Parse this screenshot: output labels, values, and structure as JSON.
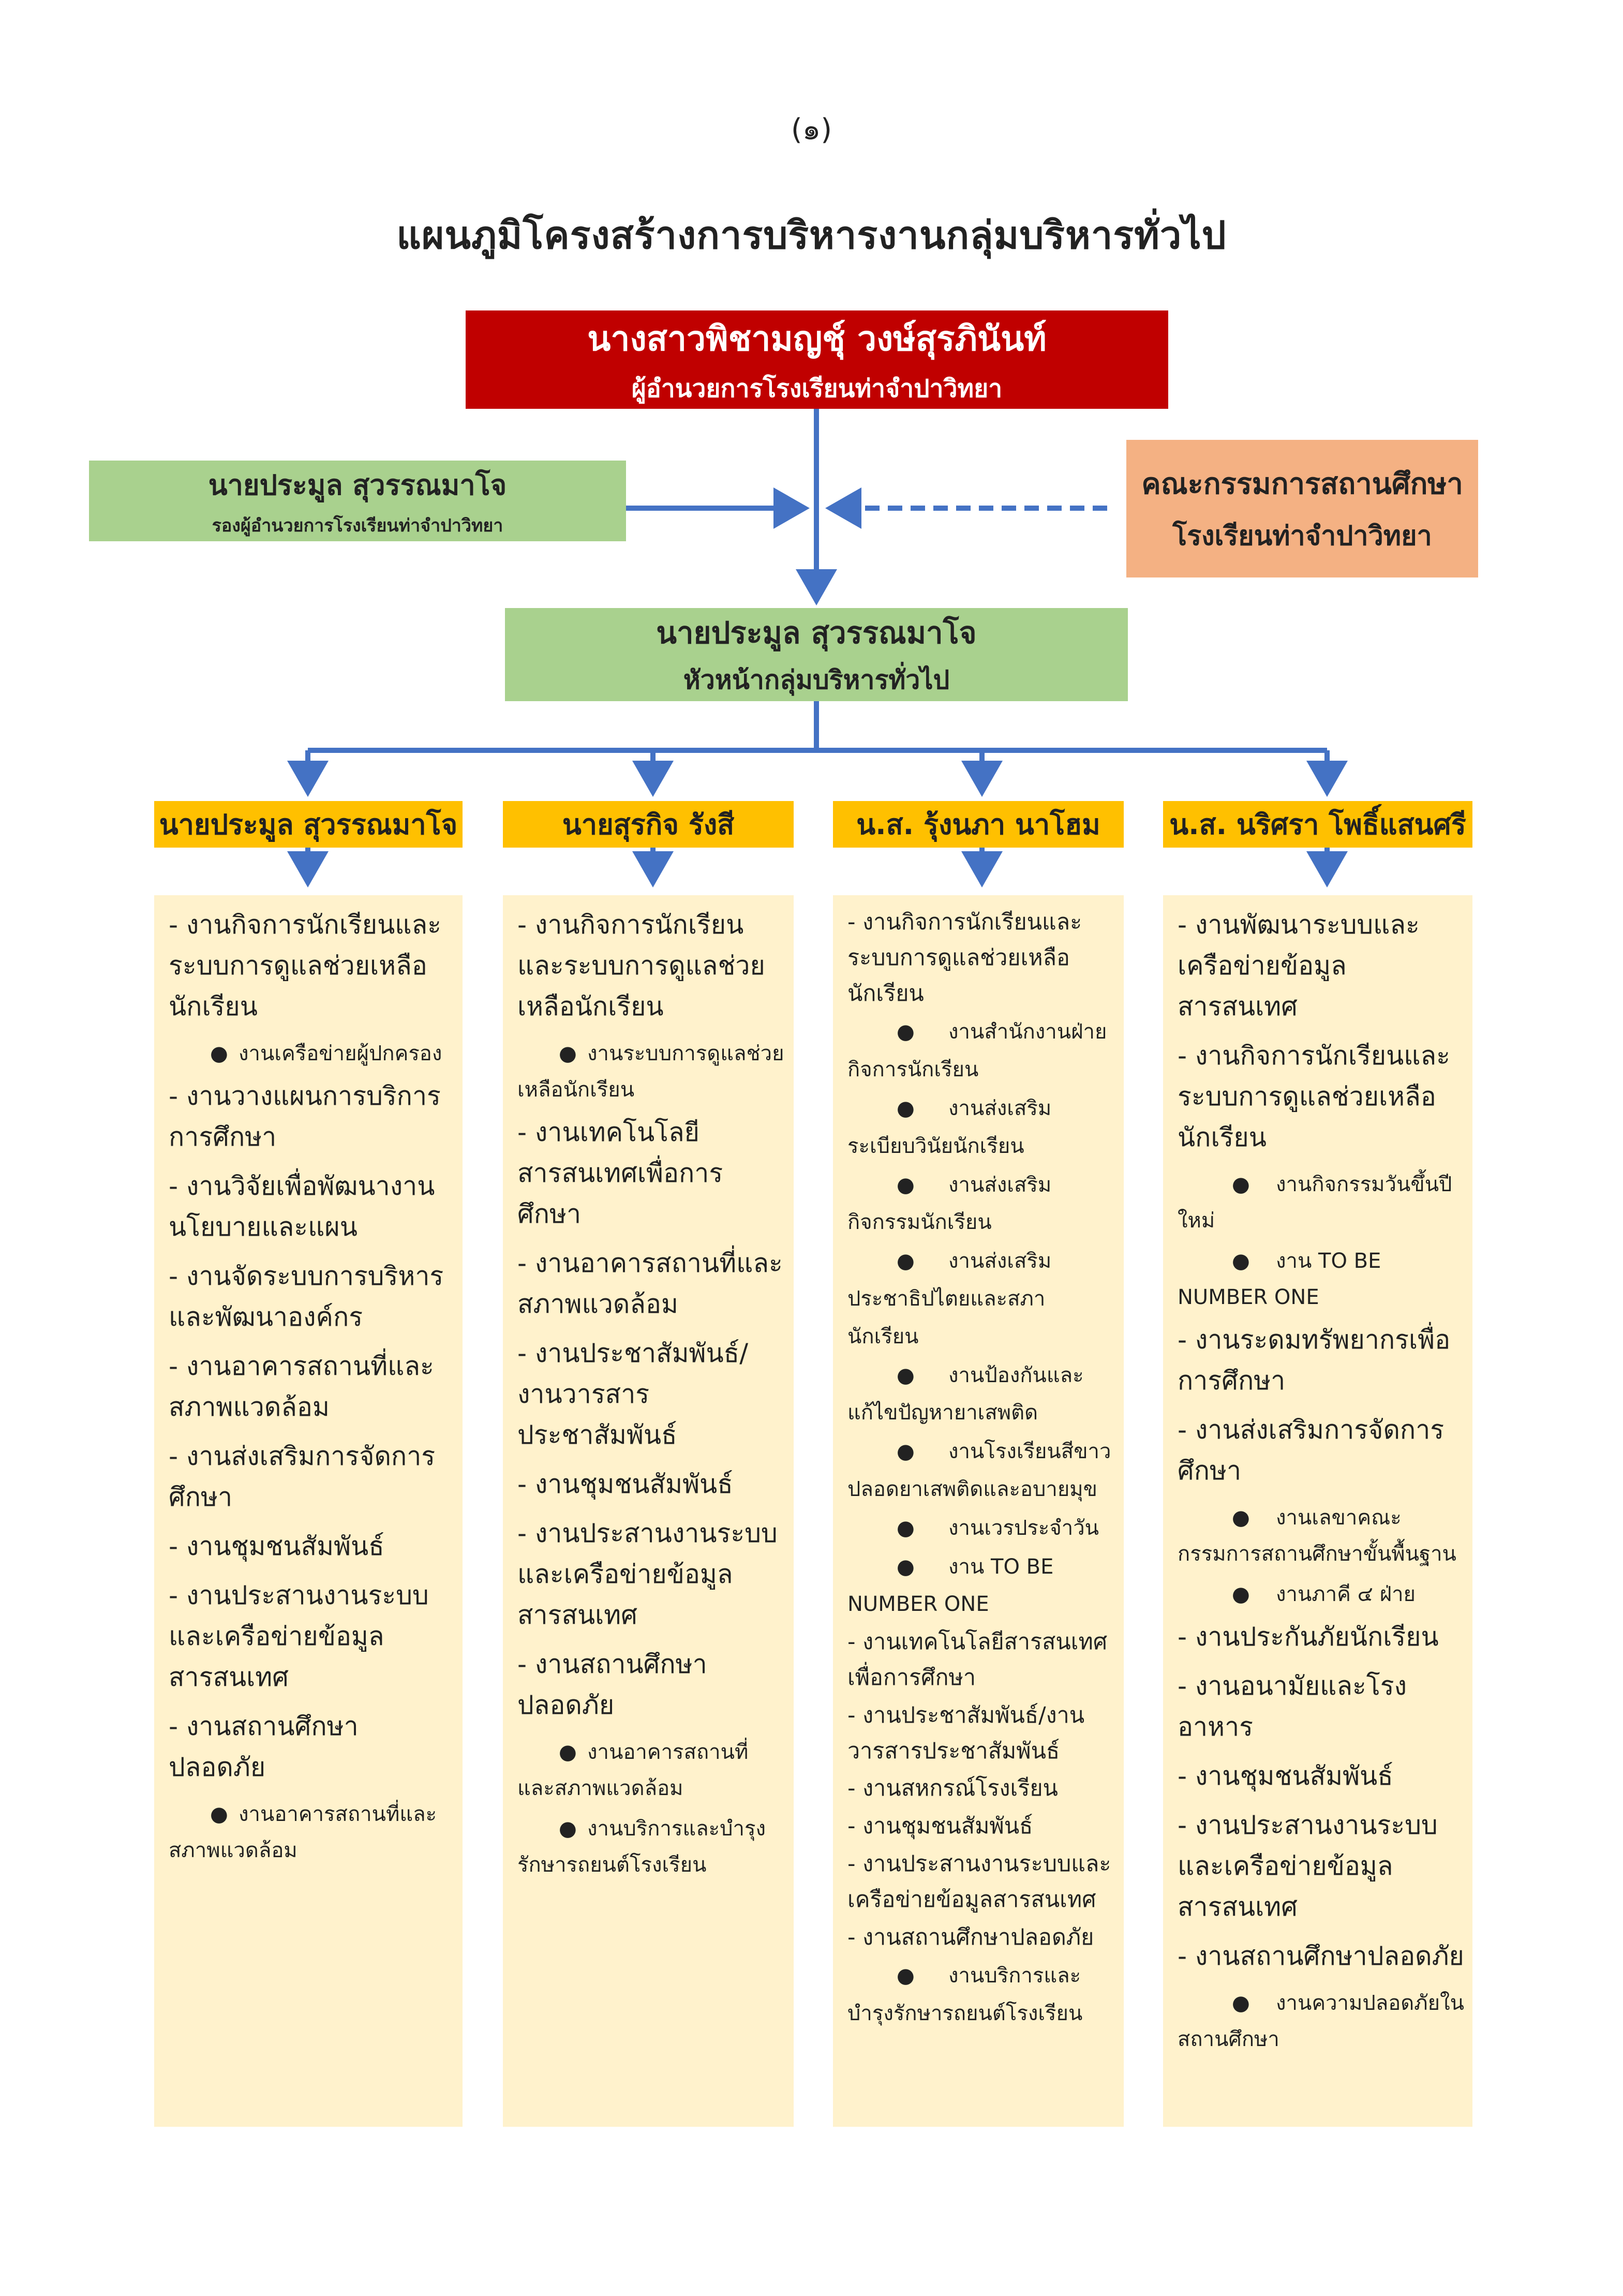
{
  "page_number": "(๑)",
  "title": "แผนภูมิโครงสร้างการบริหารงานกลุ่มบริหารทั่วไป",
  "director": {
    "name": "นางสาวพิชามญชุ์ วงษ์สุรภินันท์",
    "role": "ผู้อำนวยการโรงเรียนท่าจำปาวิทยา"
  },
  "deputy": {
    "name": "นายประมูล สุวรรณมาโจ",
    "role": "รองผู้อำนวยการโรงเรียนท่าจำปาวิทยา"
  },
  "committee": {
    "line1": "คณะกรรมการสถานศึกษา",
    "line2": "โรงเรียนท่าจำปาวิทยา"
  },
  "group_head": {
    "name": "นายประมูล สุวรรณมาโจ",
    "role": "หัวหน้ากลุ่มบริหารทั่วไป"
  },
  "columns": [
    {
      "head": "นายประมูล สุวรรณมาโจ",
      "entries": [
        {
          "type": "item",
          "text": "- งานกิจการนักเรียนและระบบการดูแลช่วยเหลือนักเรียน"
        },
        {
          "type": "sub",
          "text": "งานเครือข่ายผู้ปกครอง"
        },
        {
          "type": "item",
          "text": "- งานวางแผนการบริการการศึกษา"
        },
        {
          "type": "item",
          "text": "- งานวิจัยเพื่อพัฒนางานนโยบายและแผน"
        },
        {
          "type": "item",
          "text": "- งานจัดระบบการบริหารและพัฒนาองค์กร"
        },
        {
          "type": "item",
          "text": "- งานอาคารสถานที่และสภาพแวดล้อม"
        },
        {
          "type": "item",
          "text": "- งานส่งเสริมการจัดการศึกษา"
        },
        {
          "type": "item",
          "text": "- งานชุมชนสัมพันธ์"
        },
        {
          "type": "item",
          "text": "- งานประสานงานระบบและเครือข่ายข้อมูลสารสนเทศ"
        },
        {
          "type": "item",
          "text": "- งานสถานศึกษาปลอดภัย"
        },
        {
          "type": "sub",
          "text": "งานอาคารสถานที่และสภาพแวดล้อม"
        }
      ]
    },
    {
      "head": "นายสุรกิจ รังสี",
      "entries": [
        {
          "type": "item",
          "text": "- งานกิจการนักเรียนและระบบการดูแลช่วยเหลือนักเรียน"
        },
        {
          "type": "sub",
          "text": "งานระบบการดูแลช่วยเหลือนักเรียน"
        },
        {
          "type": "item",
          "text": "- งานเทคโนโลยีสารสนเทศเพื่อการศึกษา"
        },
        {
          "type": "item",
          "text": "- งานอาคารสถานที่และสภาพแวดล้อม"
        },
        {
          "type": "item",
          "text": "- งานประชาสัมพันธ์/งานวารสารประชาสัมพันธ์"
        },
        {
          "type": "item",
          "text": "- งานชุมชนสัมพันธ์"
        },
        {
          "type": "item",
          "text": "- งานประสานงานระบบและเครือข่ายข้อมูลสารสนเทศ"
        },
        {
          "type": "item",
          "text": "- งานสถานศึกษาปลอดภัย"
        },
        {
          "type": "sub",
          "text": "งานอาคารสถานที่และสภาพแวดล้อม"
        },
        {
          "type": "sub",
          "text": "งานบริการและบำรุงรักษารถยนต์โรงเรียน"
        }
      ]
    },
    {
      "head": "น.ส. รุ้งนภา นาโฮม",
      "entries": [
        {
          "type": "item",
          "text": "- งานกิจการนักเรียนและระบบการดูแลช่วยเหลือนักเรียน"
        },
        {
          "type": "sub",
          "text": "งานสำนักงานฝ่ายกิจการนักเรียน"
        },
        {
          "type": "sub",
          "text": "งานส่งเสริมระเบียบวินัยนักเรียน"
        },
        {
          "type": "sub",
          "text": "งานส่งเสริมกิจกรรมนักเรียน"
        },
        {
          "type": "sub",
          "text": "งานส่งเสริมประชาธิปไตยและสภานักเรียน"
        },
        {
          "type": "sub",
          "text": "งานป้องกันและแก้ไขปัญหายาเสพติด"
        },
        {
          "type": "sub",
          "text": "งานโรงเรียนสีขาวปลอดยาเสพติดและอบายมุข"
        },
        {
          "type": "sub",
          "text": "งานเวรประจำวัน"
        },
        {
          "type": "sub",
          "text": "งาน TO BE NUMBER ONE"
        },
        {
          "type": "item",
          "text": "- งานเทคโนโลยีสารสนเทศเพื่อการศึกษา"
        },
        {
          "type": "item",
          "text": "- งานประชาสัมพันธ์/งานวารสารประชาสัมพันธ์"
        },
        {
          "type": "item",
          "text": "- งานสหกรณ์โรงเรียน"
        },
        {
          "type": "item",
          "text": "- งานชุมชนสัมพันธ์"
        },
        {
          "type": "item",
          "text": "- งานประสานงานระบบและเครือข่ายข้อมูลสารสนเทศ"
        },
        {
          "type": "item",
          "text": "- งานสถานศึกษาปลอดภัย"
        },
        {
          "type": "sub",
          "text": "งานบริการและบำรุงรักษารถยนต์โรงเรียน"
        }
      ]
    },
    {
      "head": "น.ส. นริศรา โพธิ์แสนศรี",
      "entries": [
        {
          "type": "item",
          "text": "- งานพัฒนาระบบและเครือข่ายข้อมูลสารสนเทศ"
        },
        {
          "type": "item",
          "text": "- งานกิจการนักเรียนและระบบการดูแลช่วยเหลือนักเรียน"
        },
        {
          "type": "sub",
          "text": "งานกิจกรรมวันขึ้นปีใหม่"
        },
        {
          "type": "sub",
          "text": "งาน TO BE NUMBER ONE"
        },
        {
          "type": "item",
          "text": "- งานระดมทรัพยากรเพื่อการศึกษา"
        },
        {
          "type": "item",
          "text": "- งานส่งเสริมการจัดการศึกษา"
        },
        {
          "type": "sub",
          "text": "งานเลขาคณะกรรมการสถานศึกษาขั้นพื้นฐาน"
        },
        {
          "type": "sub",
          "text": "งานภาคี ๔ ฝ่าย"
        },
        {
          "type": "item",
          "text": "- งานประกันภัยนักเรียน"
        },
        {
          "type": "item",
          "text": "- งานอนามัยและโรงอาหาร"
        },
        {
          "type": "item",
          "text": "- งานชุมชนสัมพันธ์"
        },
        {
          "type": "item",
          "text": "- งานประสานงานระบบและเครือข่ายข้อมูลสารสนเทศ"
        },
        {
          "type": "item",
          "text": "- งานสถานศึกษาปลอดภัย"
        },
        {
          "type": "sub",
          "text": "งานความปลอดภัยในสถานศึกษา"
        }
      ]
    }
  ],
  "colors": {
    "director": "#c00000",
    "green": "#a9d18e",
    "committee": "#f4b183",
    "column_head": "#ffc000",
    "column_body": "#fff2cc",
    "connector": "#4472c4"
  }
}
